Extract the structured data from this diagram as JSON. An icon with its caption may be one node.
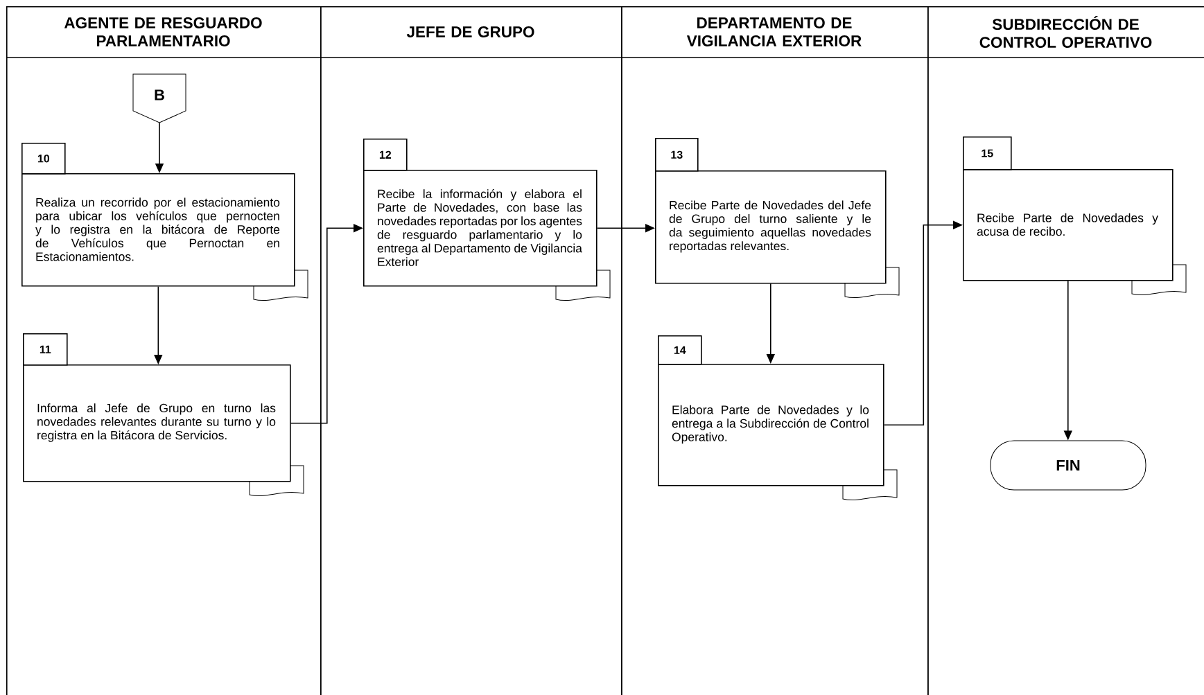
{
  "diagram": {
    "nodes": [
      {
        "text": [
          "AGENTE DE RESGUARDO PARLAMENTARIO"
        ]
      },
      {
        "text": [
          "JEFE DE GRUPO"
        ]
      },
      {
        "text": [
          "DEPARTAMENTO DE VIGILANCIA EXTERIOR"
        ]
      },
      {
        "text": [
          "SUBDIRECCIÓN DE CONTROL OPERATIVO"
        ]
      },
      {
        "text": [
          "B"
        ],
        "in": 0
      },
      {
        "text": [
          "10",
          "Realiza un recorrido por el estacionamiento para ubicar los vehículos que pernocten y lo registra en la bitácora de Reporte de Vehículos que Pernoctan en Estacionamientos."
        ],
        "in": 0
      },
      {
        "text": [
          "11",
          "Informa al Jefe de Grupo en turno las novedades relevantes durante su turno y lo registra en la Bitácora de Servicios."
        ],
        "in": 0
      },
      {
        "text": [
          "12",
          "Recibe la información y elabora el Parte de Novedades, con base las novedades reportadas por los agentes de resguardo parlamentario y lo entrega al Departamento de Vigilancia Exterior"
        ],
        "in": 1
      },
      {
        "text": [
          "13",
          "Recibe Parte de Novedades del Jefe de Grupo del turno saliente y le da seguimiento aquellas novedades reportadas relevantes."
        ],
        "in": 2
      },
      {
        "text": [
          "14",
          "Elabora Parte de Novedades y lo entrega a la Subdirección de Control Operativo."
        ],
        "in": 2
      },
      {
        "text": [
          "15",
          "Recibe Parte de Novedades y acusa de recibo."
        ],
        "in": 3
      },
      {
        "text": [
          "FIN"
        ],
        "in": 3
      }
    ],
    "edges": [
      {
        "from": 4,
        "to": 5,
        "arrow": "to"
      },
      {
        "from": 5,
        "to": 6,
        "arrow": "to"
      },
      {
        "from": 6,
        "to": 7,
        "arrow": "to"
      },
      {
        "from": 7,
        "to": 8,
        "arrow": "to"
      },
      {
        "from": 8,
        "to": 9,
        "arrow": "to"
      },
      {
        "from": 9,
        "to": 10,
        "arrow": "to"
      },
      {
        "from": 10,
        "to": 11,
        "arrow": "to"
      }
    ]
  }
}
